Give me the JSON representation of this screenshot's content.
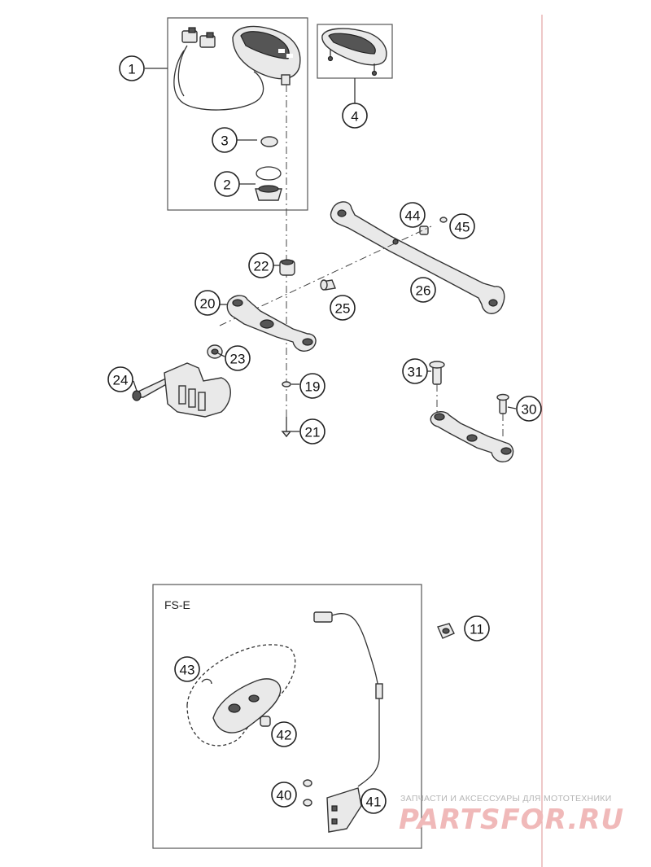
{
  "callouts": {
    "c1": "1",
    "c2": "2",
    "c3": "3",
    "c4": "4",
    "c11": "11",
    "c19": "19",
    "c20": "20",
    "c21": "21",
    "c22": "22",
    "c23": "23",
    "c24": "24",
    "c25": "25",
    "c26": "26",
    "c30": "30",
    "c31": "31",
    "c40": "40",
    "c41": "41",
    "c42": "42",
    "c43": "43",
    "c44": "44",
    "c45": "45"
  },
  "fs_box_label": "FS-E",
  "watermark": {
    "subtitle": "ЗАПЧАСТИ И АКСЕССУАРЫ ДЛЯ МОТОТЕХНИКИ",
    "brand": "PARTSFOR.RU"
  },
  "colors": {
    "separator_line": "#e3a3a3",
    "watermark_brand": "#f0b9b9",
    "line_art": "#333333"
  }
}
